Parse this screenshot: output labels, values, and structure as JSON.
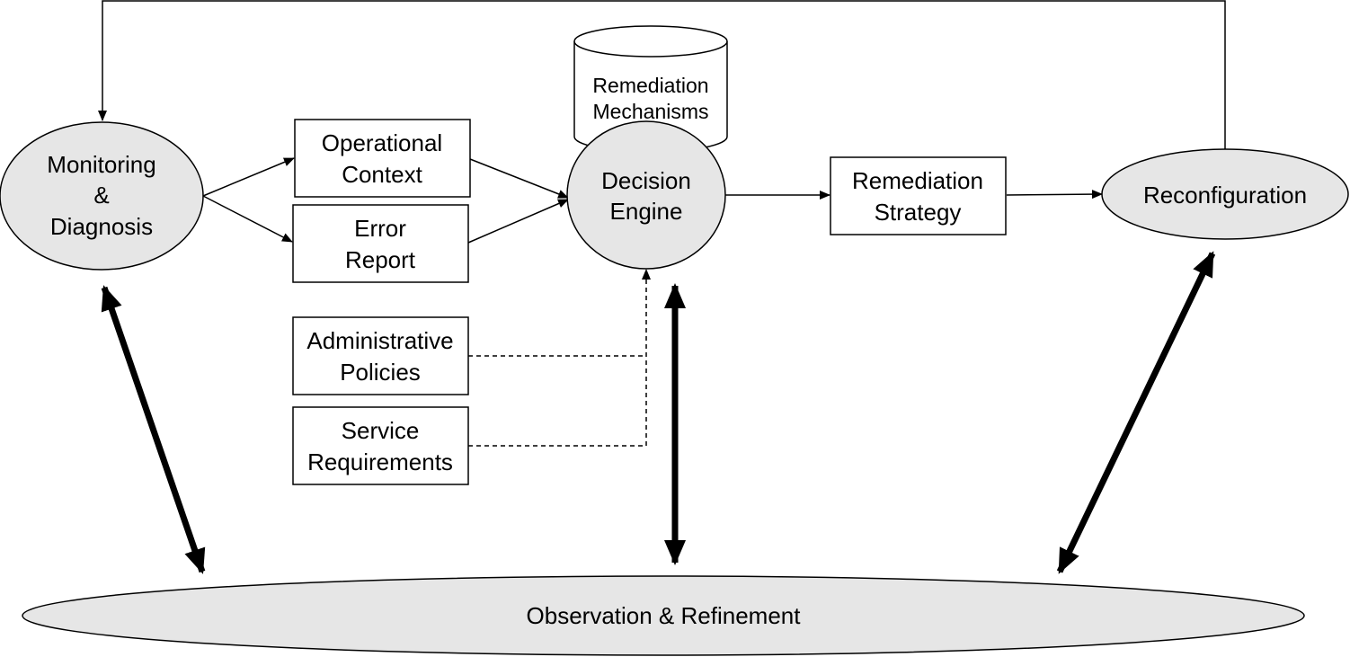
{
  "nodes": {
    "monitoring": {
      "lines": [
        "Monitoring",
        "&",
        "Diagnosis"
      ]
    },
    "operational_context": {
      "lines": [
        "Operational",
        "Context"
      ]
    },
    "error_report": {
      "lines": [
        "Error",
        "Report"
      ]
    },
    "administrative_policies": {
      "lines": [
        "Administrative",
        "Policies"
      ]
    },
    "service_requirements": {
      "lines": [
        "Service",
        "Requirements"
      ]
    },
    "remediation_mechanisms": {
      "lines": [
        "Remediation",
        "Mechanisms"
      ]
    },
    "decision_engine": {
      "lines": [
        "Decision",
        "Engine"
      ]
    },
    "remediation_strategy": {
      "lines": [
        "Remediation",
        "Strategy"
      ]
    },
    "reconfiguration": {
      "lines": [
        "Reconfiguration"
      ]
    },
    "observation": {
      "lines": [
        "Observation & Refinement"
      ]
    }
  },
  "colors": {
    "node_fill": "#e6e6e6",
    "stroke": "#000000",
    "background": "#ffffff"
  }
}
